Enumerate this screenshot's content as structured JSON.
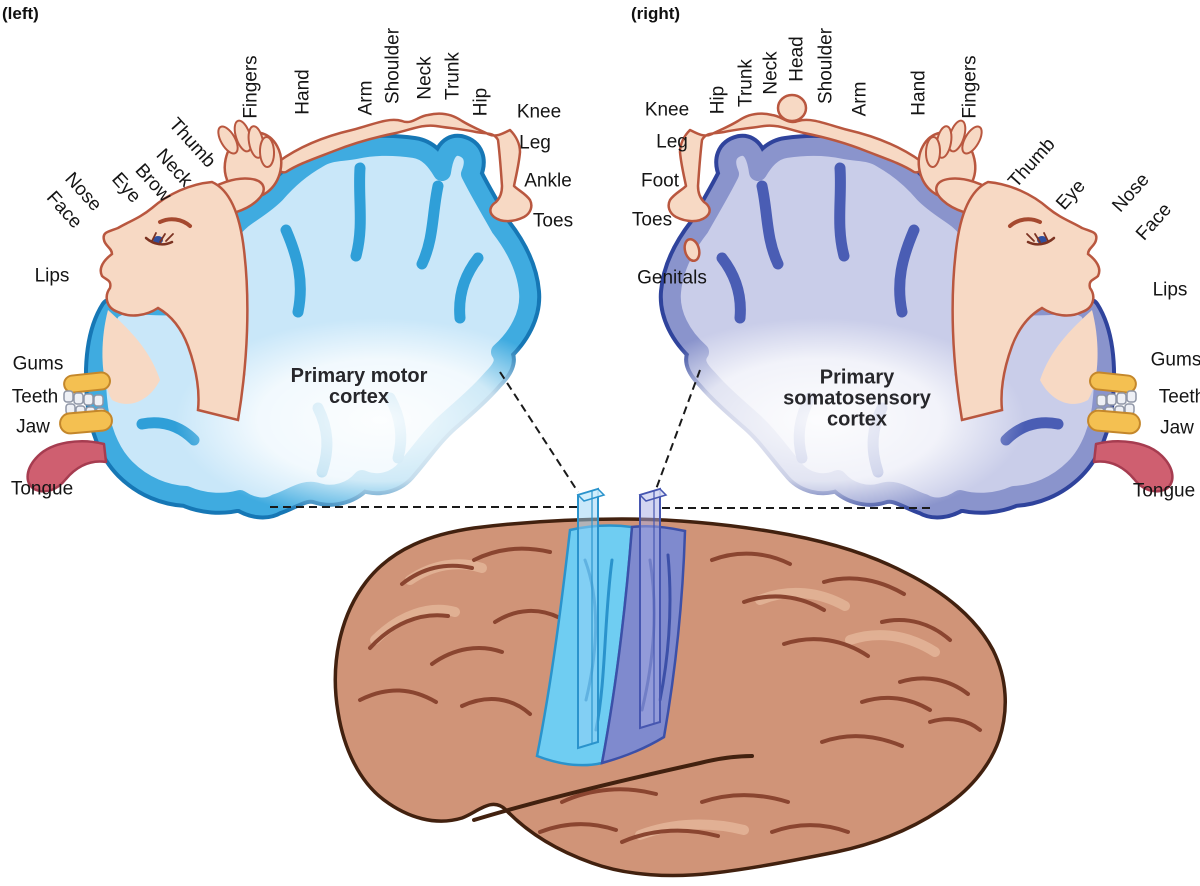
{
  "corner_tags": {
    "left": "(left)",
    "right": "(right)"
  },
  "left_panel": {
    "title_lines": {
      "0": "Primary motor",
      "1": "cortex"
    },
    "labels": {
      "fingers": "Fingers",
      "hand": "Hand",
      "arm": "Arm",
      "shoulder": "Shoulder",
      "neck_top": "Neck",
      "trunk": "Trunk",
      "hip": "Hip",
      "knee": "Knee",
      "leg": "Leg",
      "ankle": "Ankle",
      "toes": "Toes",
      "thumb": "Thumb",
      "neck_side": "Neck",
      "brow": "Brow",
      "eye": "Eye",
      "nose": "Nose",
      "face": "Face",
      "lips": "Lips",
      "gums": "Gums",
      "teeth": "Teeth",
      "jaw": "Jaw",
      "tongue": "Tongue"
    }
  },
  "right_panel": {
    "title_lines": {
      "0": "Primary",
      "1": "somatosensory",
      "2": "cortex"
    },
    "labels": {
      "hip": "Hip",
      "trunk": "Trunk",
      "neck": "Neck",
      "head": "Head",
      "shoulder": "Shoulder",
      "arm": "Arm",
      "hand": "Hand",
      "fingers": "Fingers",
      "knee": "Knee",
      "leg": "Leg",
      "foot": "Foot",
      "toes": "Toes",
      "genitals": "Genitals",
      "thumb": "Thumb",
      "eye": "Eye",
      "nose": "Nose",
      "face": "Face",
      "lips": "Lips",
      "gums": "Gums",
      "teeth": "Teeth",
      "jaw": "Jaw",
      "tongue": "Tongue"
    }
  },
  "colors": {
    "motor_cortex_blue": "#3fabe0",
    "somatosensory_cortex_purple": "#8a94cc",
    "brain_brown": "#d09478",
    "skin": "#f7d9c4"
  }
}
